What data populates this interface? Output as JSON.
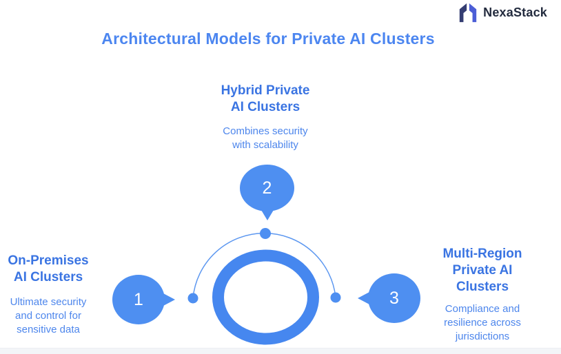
{
  "brand": {
    "name": "NexaStack",
    "logo_left_shape_color": "#343D72",
    "logo_right_shape_color": "#4C5ED6"
  },
  "title": "Architectural Models for Private AI Clusters",
  "models": [
    {
      "number": "1",
      "position": "left",
      "heading": "On-Premises\nAI Clusters",
      "description": "Ultimate security\nand control for\nsensitive data"
    },
    {
      "number": "2",
      "position": "top",
      "heading": "Hybrid Private\nAI Clusters",
      "description": "Combines security\nwith scalability"
    },
    {
      "number": "3",
      "position": "right",
      "heading": "Multi-Region\nPrivate AI\nClusters",
      "description": "Compliance and\nresilience across\njurisdictions"
    }
  ],
  "colors": {
    "title_text": "#4C86F0",
    "heading_text": "#3A74E2",
    "description_text": "#4D86EC",
    "bubble_fill": "#4E8FF1",
    "ring_stroke": "#4687EF",
    "arc_stroke": "#5C97F0",
    "brand_text": "#232B3E",
    "background": "#FFFFFF"
  }
}
